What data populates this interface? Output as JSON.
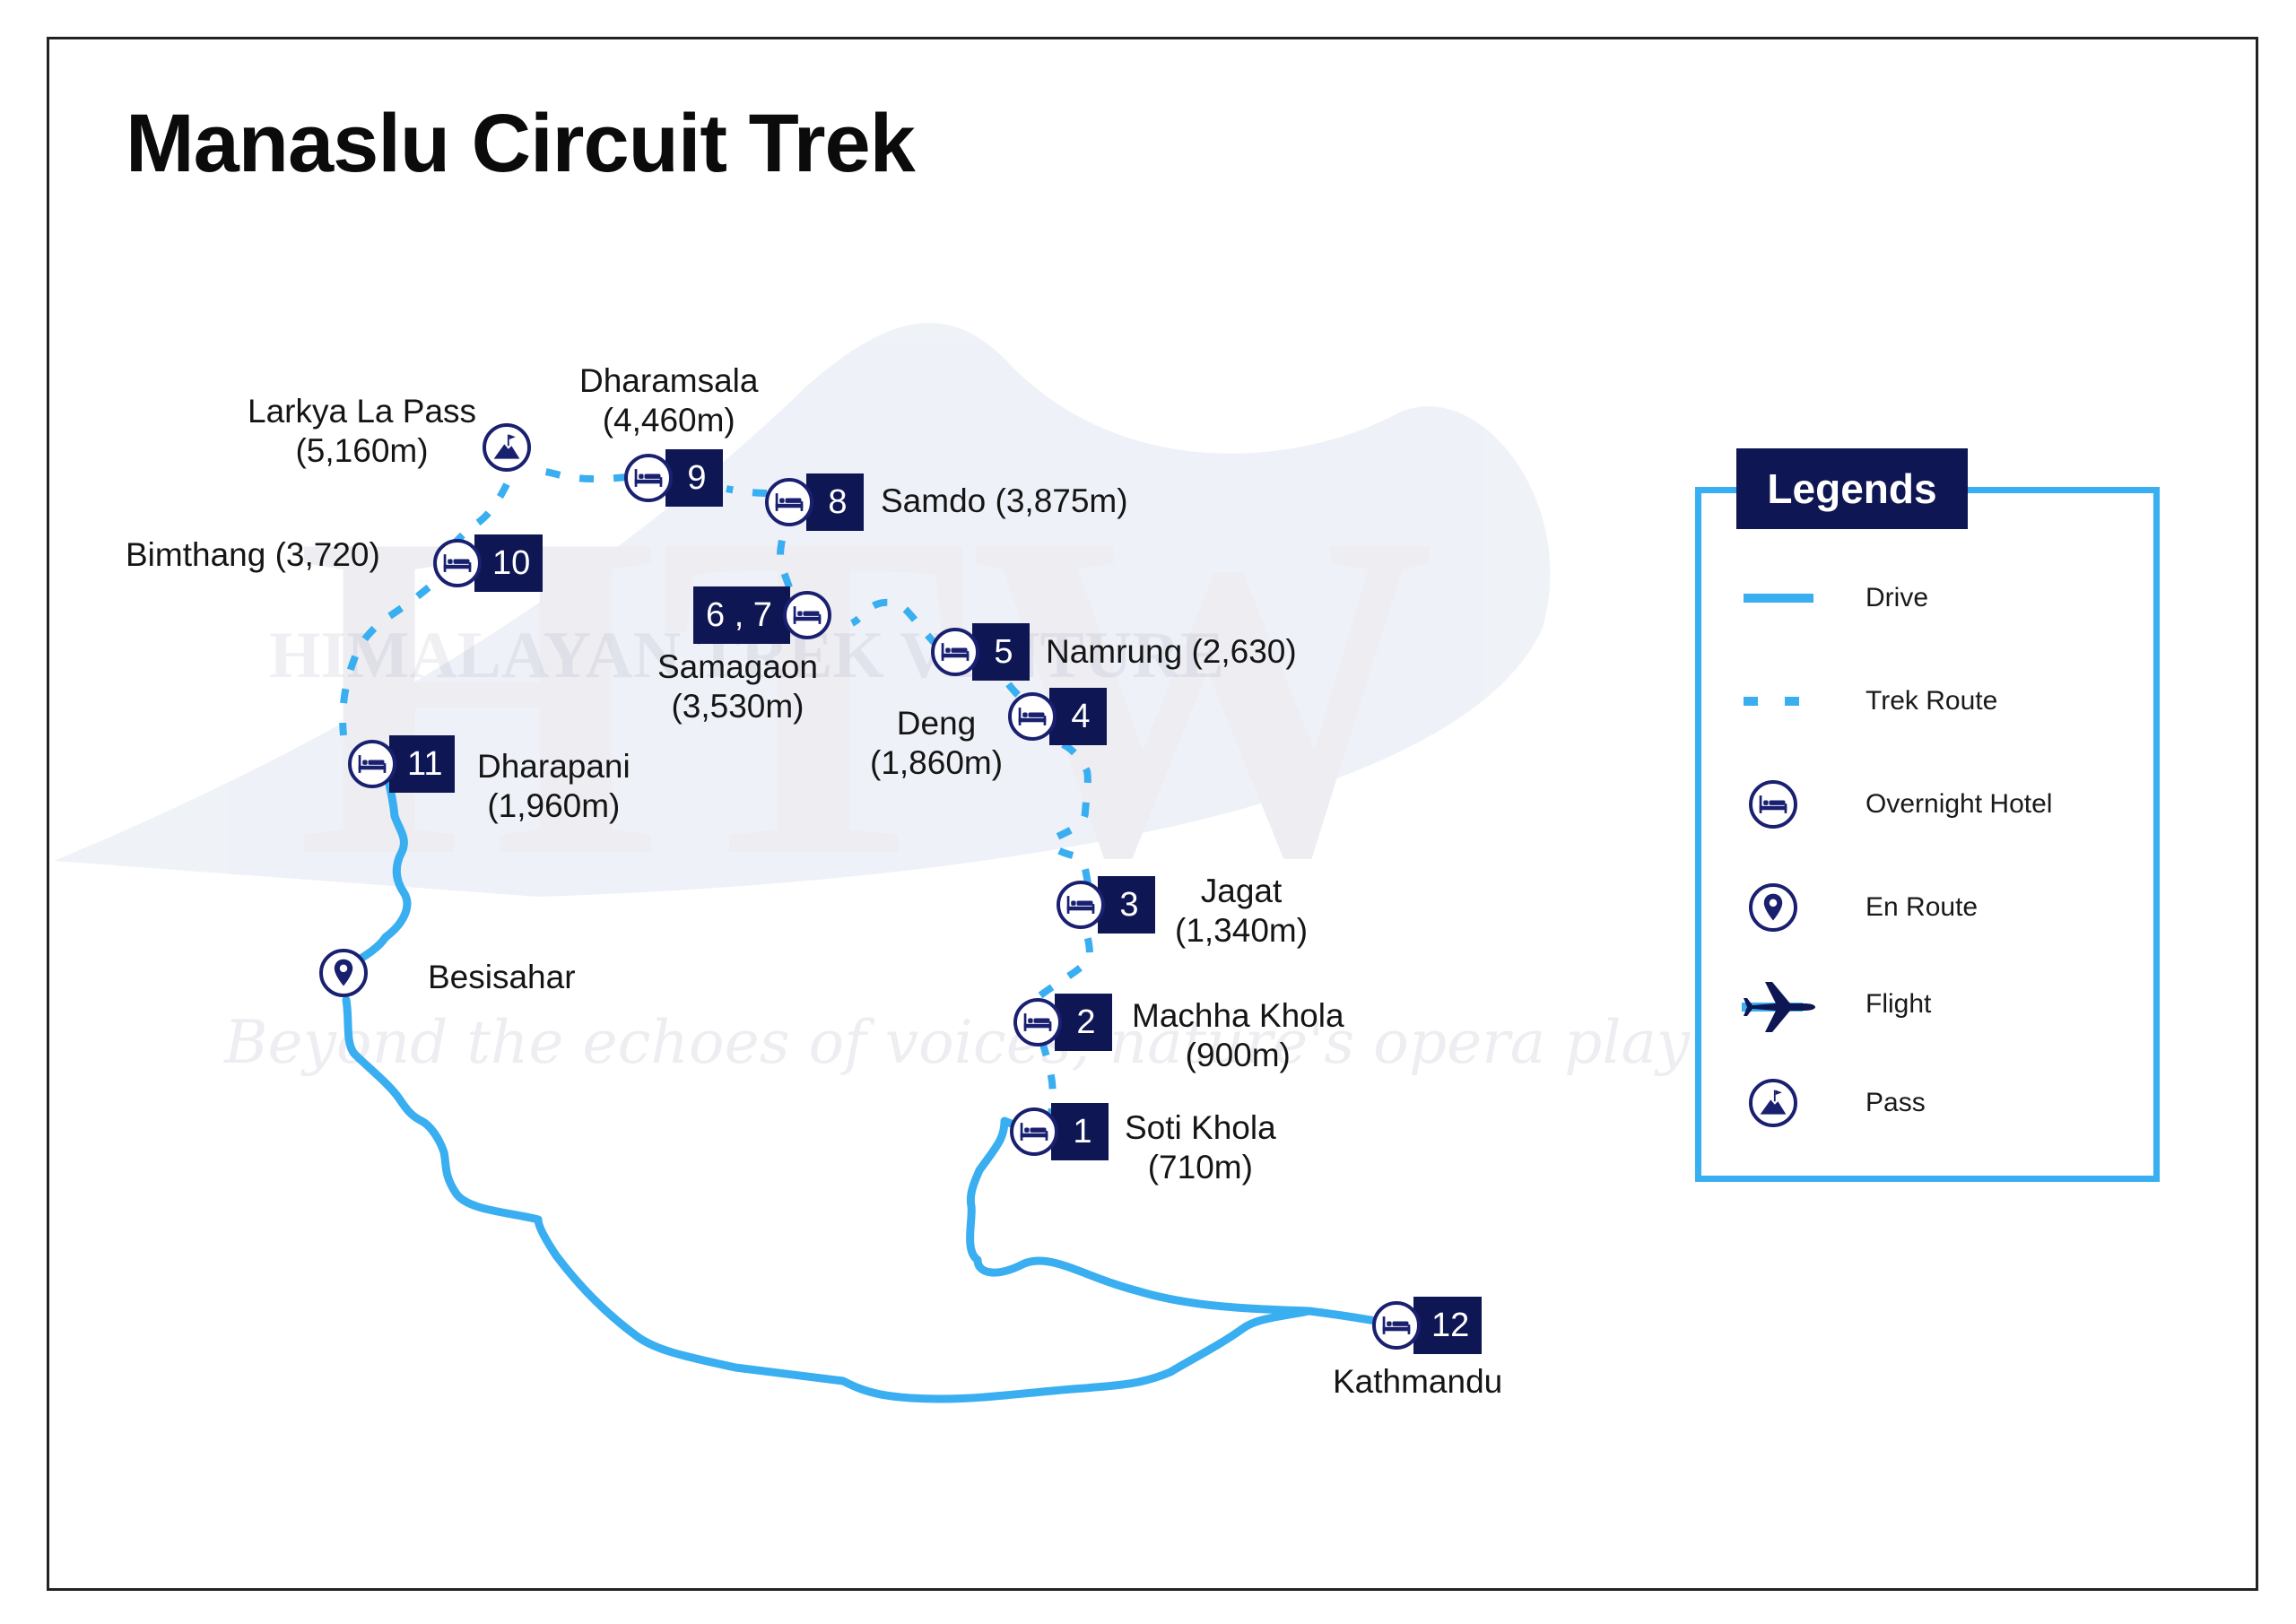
{
  "title": "Manaslu Circuit Trek",
  "places": {
    "larkya": {
      "name": "Larkya La Pass",
      "alt": "(5,160m)"
    },
    "dharamsala": {
      "name": "Dharamsala",
      "alt": "(4,460m)"
    },
    "samdo": {
      "name": "Samdo (3,875m)"
    },
    "bimthang": {
      "name": "Bimthang (3,720)"
    },
    "samagaon": {
      "name": "Samagaon",
      "alt": "(3,530m)"
    },
    "namrung": {
      "name": "Namrung (2,630)"
    },
    "deng": {
      "name": "Deng",
      "alt": "(1,860m)"
    },
    "dharapani": {
      "name": "Dharapani",
      "alt": "(1,960m)"
    },
    "jagat": {
      "name": "Jagat",
      "alt": "(1,340m)"
    },
    "besisahar": {
      "name": "Besisahar"
    },
    "machha": {
      "name": "Machha Khola",
      "alt": "(900m)"
    },
    "soti": {
      "name": "Soti Khola",
      "alt": "(710m)"
    },
    "kathmandu": {
      "name": "Kathmandu"
    }
  },
  "stops": {
    "s1": "1",
    "s2": "2",
    "s3": "3",
    "s4": "4",
    "s5": "5",
    "s67": "6 , 7",
    "s8": "8",
    "s9": "9",
    "s10": "10",
    "s11": "11",
    "s12": "12"
  },
  "watermark": {
    "initials": "HTW",
    "name": "HIMALAYAN TREK VENTURE",
    "tagline": "Beyond the echoes of voices, nature's opera play"
  },
  "legend": {
    "title": "Legends",
    "items": [
      {
        "label": "Drive",
        "icon": "drive-line"
      },
      {
        "label": "Trek Route",
        "icon": "trek-route-dashes"
      },
      {
        "label": "Overnight Hotel",
        "icon": "bed-icon"
      },
      {
        "label": "En Route",
        "icon": "location-pin-icon"
      },
      {
        "label": "Flight",
        "icon": "airplane-icon"
      },
      {
        "label": "Pass",
        "icon": "mountain-flag-icon"
      }
    ]
  },
  "colors": {
    "route": "#39aef0",
    "marker": "#0f1654",
    "marker_outline": "#1a2070",
    "frame": "#222222"
  }
}
